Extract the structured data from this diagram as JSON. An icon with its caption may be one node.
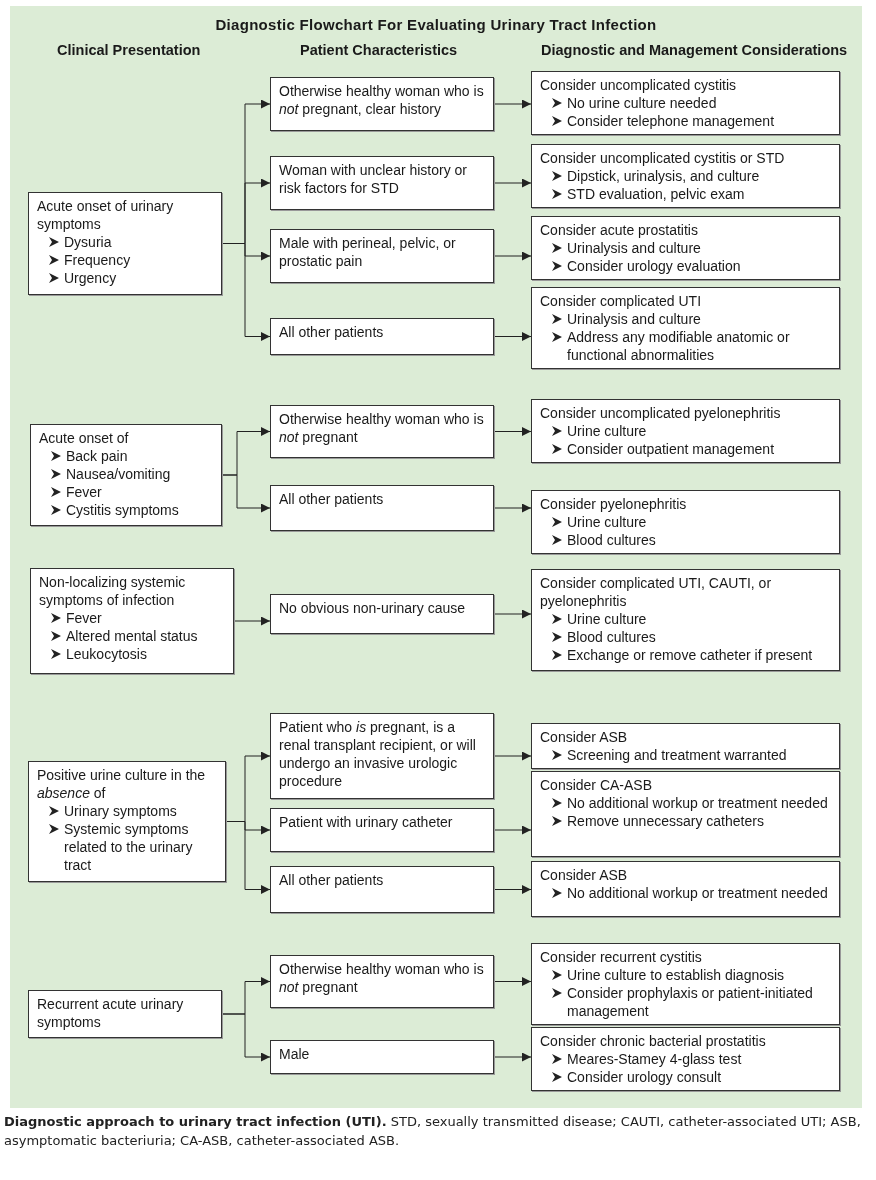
{
  "diagram": {
    "title": "Diagnostic Flowchart For Evaluating Urinary Tract Infection",
    "caption": "**Diagnostic approach to urinary tract infection  (UTI).** STD, sexually transmitted disease; CAUTI, catheter-associated UTI; ASB, asymptomatic bacteriuria; CA-ASB, catheter-associated ASB.",
    "labels": [
      "Clinical Presentation",
      "Patient Characteristics",
      "Diagnostic and Management Considerations"
    ],
    "nodes": [
      {
        "text": [
          "Acute onset of urinary symptoms",
          "Dysuria",
          "Frequency",
          "Urgency"
        ]
      },
      {
        "text": [
          "Otherwise healthy woman who is *not* pregnant, clear history"
        ]
      },
      {
        "text": [
          "Woman with unclear history or risk factors for STD"
        ]
      },
      {
        "text": [
          "Male with perineal, pelvic, or prostatic pain"
        ]
      },
      {
        "text": [
          "All other patients"
        ]
      },
      {
        "text": [
          "Consider uncomplicated cystitis",
          "No urine culture needed",
          "Consider telephone management"
        ]
      },
      {
        "text": [
          "Consider uncomplicated cystitis or STD",
          "Dipstick, urinalysis, and culture",
          "STD evaluation, pelvic exam"
        ]
      },
      {
        "text": [
          "Consider acute prostatitis",
          "Urinalysis and culture",
          "Consider urology evaluation"
        ]
      },
      {
        "text": [
          "Consider complicated UTI",
          "Urinalysis and culture",
          "Address any modifiable anatomic or functional abnormalities"
        ]
      },
      {
        "text": [
          "Acute onset of",
          "Back pain",
          "Nausea/vomiting",
          "Fever",
          "Cystitis symptoms"
        ]
      },
      {
        "text": [
          "Otherwise healthy woman who is *not* pregnant"
        ]
      },
      {
        "text": [
          "All other patients"
        ]
      },
      {
        "text": [
          "Consider uncomplicated pyelonephritis",
          "Urine culture",
          "Consider outpatient management"
        ]
      },
      {
        "text": [
          "Consider pyelonephritis",
          "Urine culture",
          "Blood cultures"
        ]
      },
      {
        "text": [
          "Non-localizing systemic symptoms of infection",
          "Fever",
          "Altered mental status",
          "Leukocytosis"
        ]
      },
      {
        "text": [
          "No obvious non-urinary cause"
        ]
      },
      {
        "text": [
          "Consider complicated UTI, CAUTI, or pyelonephritis",
          "Urine culture",
          "Blood cultures",
          "Exchange or remove catheter if present"
        ]
      },
      {
        "text": [
          "Positive urine culture in the *absence* of",
          "Urinary symptoms",
          "Systemic symptoms related to the urinary tract"
        ]
      },
      {
        "text": [
          "Patient who *is* pregnant, is a renal transplant recipient, or will undergo an invasive urologic procedure"
        ]
      },
      {
        "text": [
          "Patient with urinary catheter"
        ]
      },
      {
        "text": [
          "All other patients"
        ]
      },
      {
        "text": [
          "Consider ASB",
          "Screening and treatment warranted"
        ]
      },
      {
        "text": [
          "Consider CA-ASB",
          "No additional workup or treatment needed",
          "Remove unnecessary catheters"
        ]
      },
      {
        "text": [
          "Consider ASB",
          "No additional workup or treatment needed"
        ]
      },
      {
        "text": [
          "Recurrent acute urinary symptoms"
        ]
      },
      {
        "text": [
          "Otherwise healthy woman who is *not* pregnant"
        ]
      },
      {
        "text": [
          "Male"
        ]
      },
      {
        "text": [
          "Consider recurrent cystitis",
          "Urine culture to establish diagnosis",
          "Consider prophylaxis or patient-initiated management"
        ]
      },
      {
        "text": [
          "Consider chronic bacterial prostatitis",
          "Meares-Stamey 4-glass test",
          "Consider urology consult"
        ]
      }
    ],
    "edges": [
      {
        "from": 0,
        "to": 1,
        "arrow": "to"
      },
      {
        "from": 0,
        "to": 2,
        "arrow": "to"
      },
      {
        "from": 0,
        "to": 3,
        "arrow": "to"
      },
      {
        "from": 0,
        "to": 4,
        "arrow": "to"
      },
      {
        "from": 1,
        "to": 5,
        "arrow": "to"
      },
      {
        "from": 2,
        "to": 6,
        "arrow": "to"
      },
      {
        "from": 3,
        "to": 7,
        "arrow": "to"
      },
      {
        "from": 4,
        "to": 8,
        "arrow": "to"
      },
      {
        "from": 9,
        "to": 10,
        "arrow": "to"
      },
      {
        "from": 9,
        "to": 11,
        "arrow": "to"
      },
      {
        "from": 10,
        "to": 12,
        "arrow": "to"
      },
      {
        "from": 11,
        "to": 13,
        "arrow": "to"
      },
      {
        "from": 14,
        "to": 15,
        "arrow": "to"
      },
      {
        "from": 15,
        "to": 16,
        "arrow": "to"
      },
      {
        "from": 17,
        "to": 18,
        "arrow": "to"
      },
      {
        "from": 17,
        "to": 19,
        "arrow": "to"
      },
      {
        "from": 17,
        "to": 20,
        "arrow": "to"
      },
      {
        "from": 18,
        "to": 21,
        "arrow": "to"
      },
      {
        "from": 19,
        "to": 22,
        "arrow": "to"
      },
      {
        "from": 20,
        "to": 23,
        "arrow": "to"
      },
      {
        "from": 24,
        "to": 25,
        "arrow": "to"
      },
      {
        "from": 24,
        "to": 26,
        "arrow": "to"
      },
      {
        "from": 25,
        "to": 27,
        "arrow": "to"
      },
      {
        "from": 26,
        "to": 28,
        "arrow": "to"
      }
    ]
  }
}
